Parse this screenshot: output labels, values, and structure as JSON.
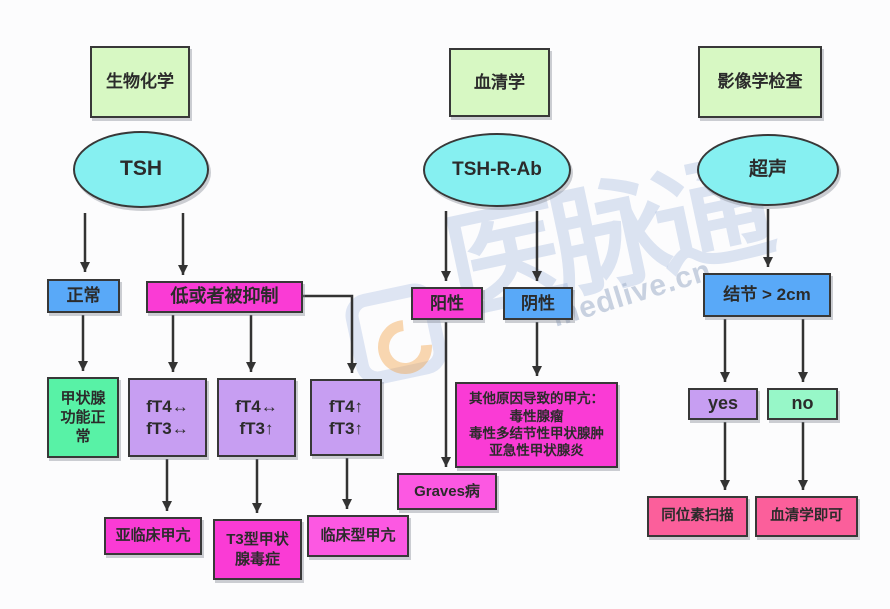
{
  "palette": {
    "header_green": "#d7f8c3",
    "oval_cyan": "#86f0f1",
    "blue": "#59a9f8",
    "magenta": "#fa3bd5",
    "magenta_light": "#fc58e2",
    "purple": "#c79ef2",
    "green": "#58f2a6",
    "mint": "#97f7c8",
    "rose": "#fb5f9b",
    "border": "#383838",
    "arrow": "#333333",
    "watermark_blue": "#a8bedf",
    "watermark_orange": "#f29e3c"
  },
  "watermark": {
    "brand": "医脉通",
    "site": "medlive.cn"
  },
  "nodes": {
    "hdr_bio": {
      "label": "生物化学"
    },
    "hdr_sero": {
      "label": "血清学"
    },
    "hdr_img": {
      "label": "影像学检查"
    },
    "tsh": {
      "label": "TSH"
    },
    "tshrab": {
      "label": "TSH-R-Ab"
    },
    "ultrasound": {
      "label": "超声"
    },
    "normal": {
      "label": "正常"
    },
    "low_suppressed": {
      "label": "低或者被抑制"
    },
    "thyroid_fn_normal": {
      "label": "甲状腺\n功能正\n常"
    },
    "ft4_ft3_normal": {
      "label": "fT4↔\nfT3↔"
    },
    "ft4_normal_ft3_up": {
      "label": "fT4↔\nfT3↑"
    },
    "ft4_up_ft3_up": {
      "label": "fT4↑\nfT3↑"
    },
    "subclinical": {
      "label": "亚临床甲亢"
    },
    "t3_toxicosis": {
      "label": "T3型甲状\n腺毒症"
    },
    "clinical_hyper": {
      "label": "临床型甲亢"
    },
    "positive": {
      "label": "阳性"
    },
    "negative": {
      "label": "阴性"
    },
    "other_causes": {
      "label": "其他原因导致的甲亢：\n毒性腺瘤\n毒性多结节性甲状腺肿\n亚急性甲状腺炎"
    },
    "graves": {
      "label": "Graves病"
    },
    "nodule": {
      "label": "结节 > 2cm"
    },
    "yes": {
      "label": "yes"
    },
    "no": {
      "label": "no"
    },
    "isotope_scan": {
      "label": "同位素扫描"
    },
    "serology_ok": {
      "label": "血清学即可"
    }
  }
}
